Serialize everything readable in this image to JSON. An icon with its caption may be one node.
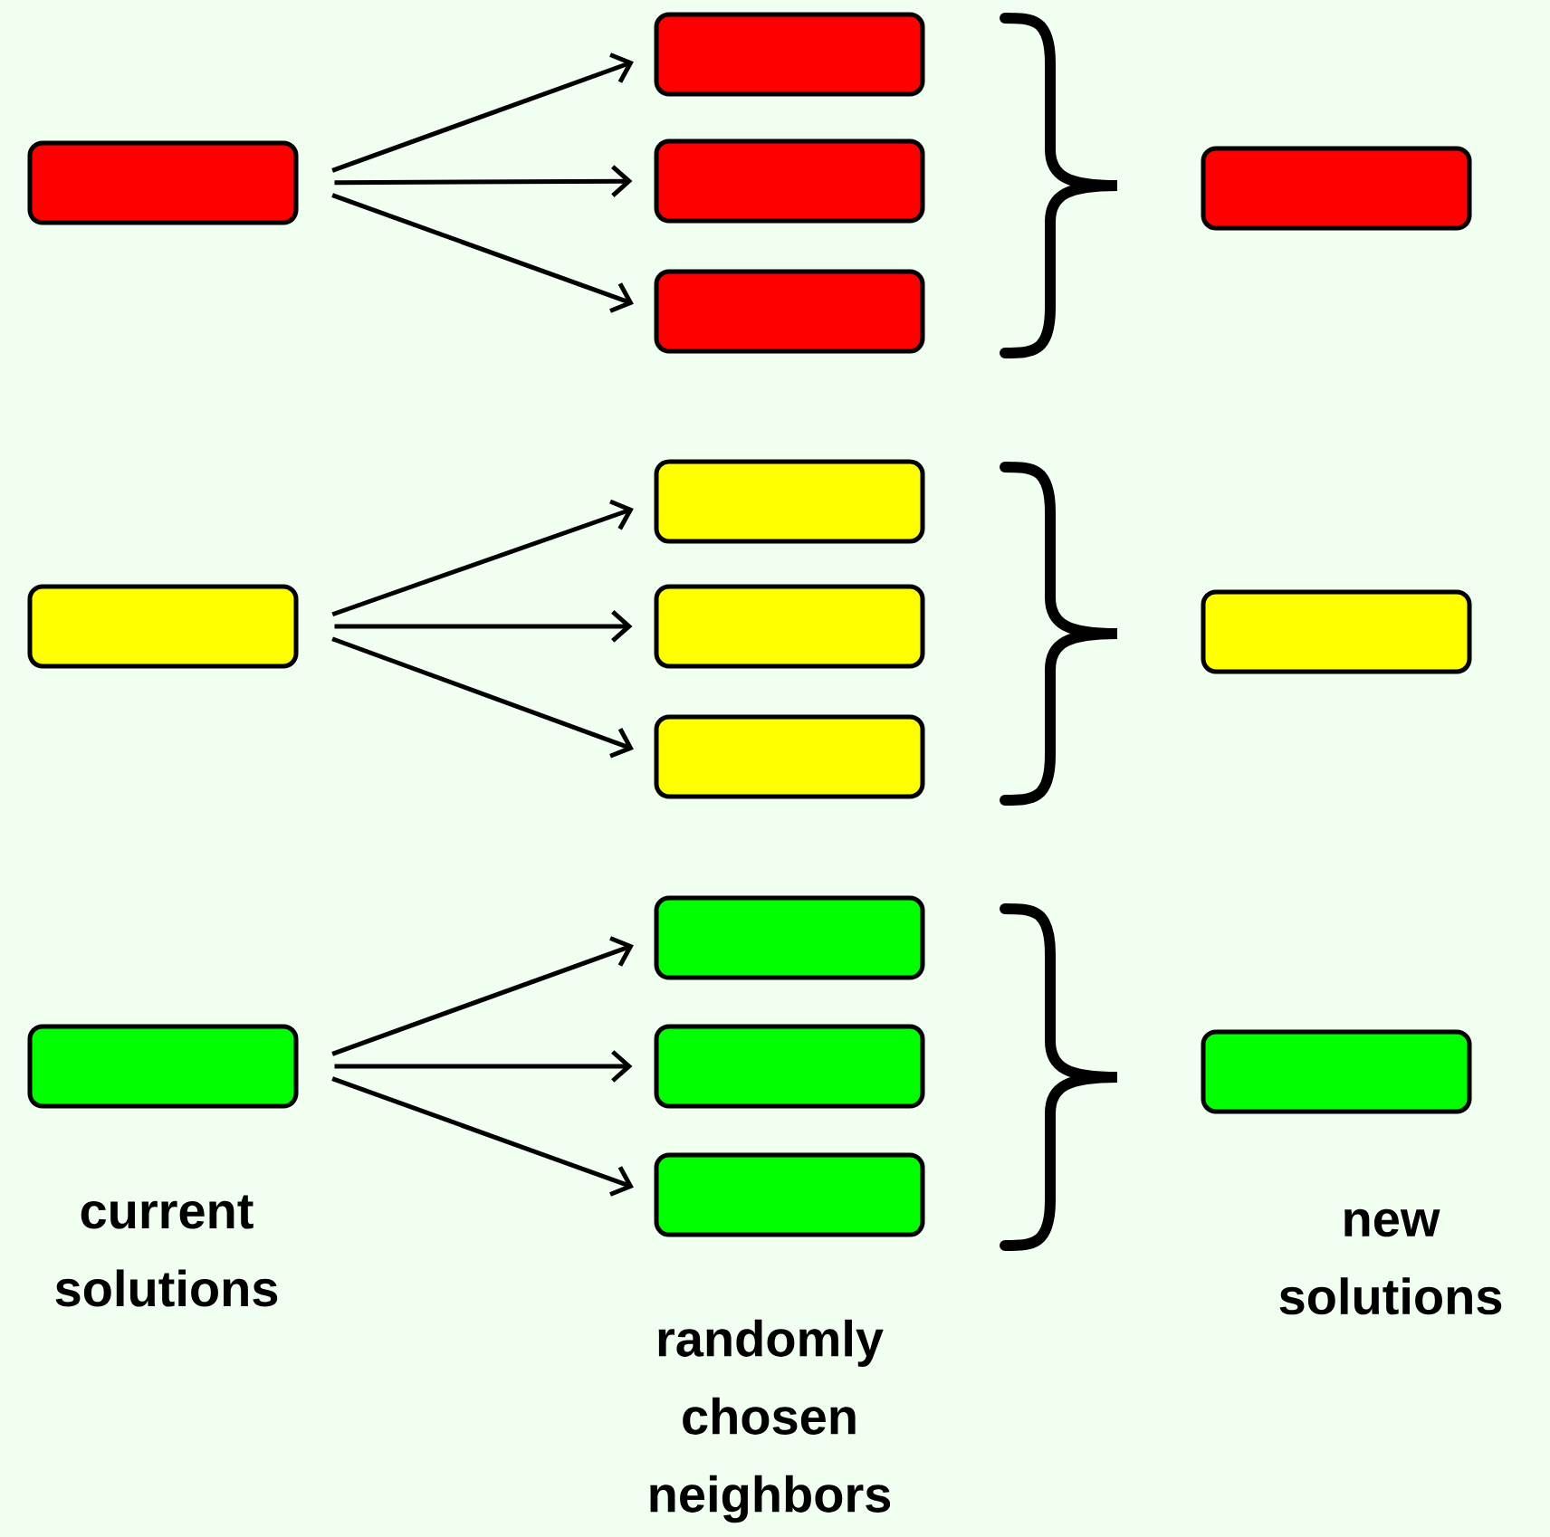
{
  "diagram": {
    "nodes": [
      {
        "text": [],
        "shape": "box"
      },
      {
        "text": [],
        "shape": "box"
      },
      {
        "text": [],
        "shape": "box"
      },
      {
        "text": [],
        "shape": "box"
      },
      {
        "text": [],
        "shape": "box"
      },
      {
        "text": [],
        "shape": "box"
      },
      {
        "text": [],
        "shape": "box"
      },
      {
        "text": [],
        "shape": "box"
      },
      {
        "text": [],
        "shape": "box"
      },
      {
        "text": [],
        "shape": "box"
      },
      {
        "text": [],
        "shape": "box"
      },
      {
        "text": [],
        "shape": "box"
      },
      {
        "text": [],
        "shape": "box"
      },
      {
        "text": [],
        "shape": "box"
      },
      {
        "text": [],
        "shape": "box"
      }
    ],
    "edges": [
      {
        "from": 0,
        "to": 1,
        "arrow": "to"
      },
      {
        "from": 0,
        "to": 2,
        "arrow": "to"
      },
      {
        "from": 0,
        "to": 3,
        "arrow": "to"
      },
      {
        "from": 5,
        "to": 6,
        "arrow": "to"
      },
      {
        "from": 5,
        "to": 7,
        "arrow": "to"
      },
      {
        "from": 5,
        "to": 8,
        "arrow": "to"
      },
      {
        "from": 10,
        "to": 11,
        "arrow": "to"
      },
      {
        "from": 10,
        "to": 12,
        "arrow": "to"
      },
      {
        "from": 10,
        "to": 13,
        "arrow": "to"
      }
    ],
    "labels": [
      "current solutions",
      "randomly chosen neighbors",
      "new solutions"
    ]
  }
}
